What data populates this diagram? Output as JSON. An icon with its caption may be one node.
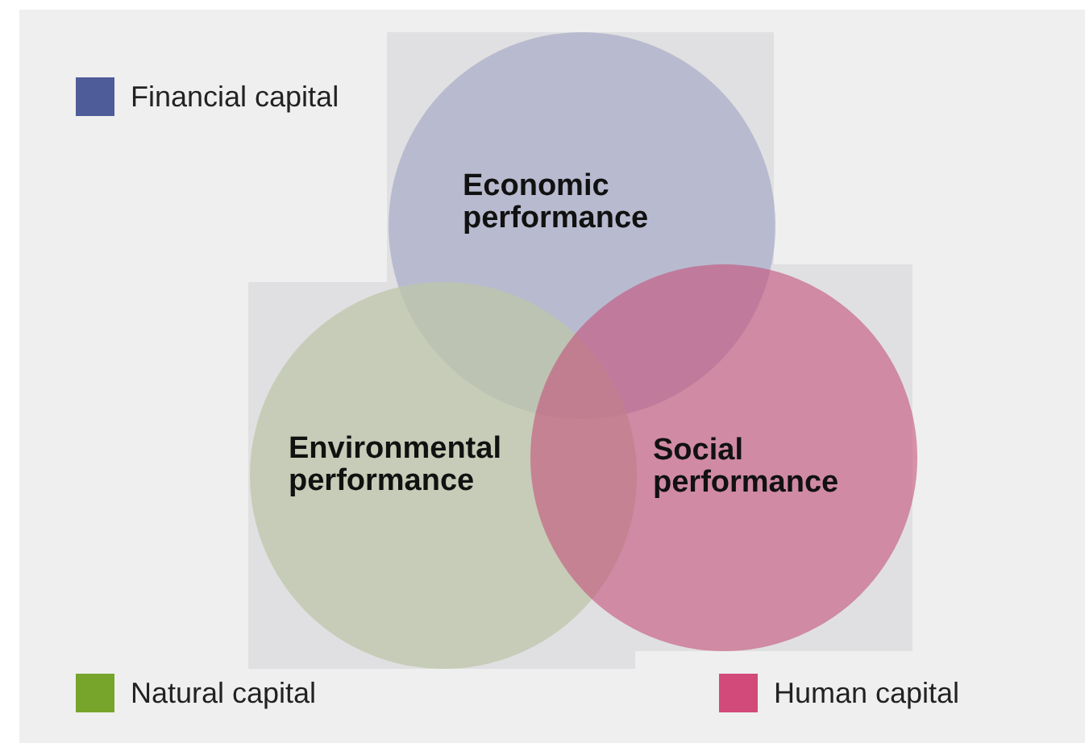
{
  "diagram": {
    "nodes": [
      {
        "text": [
          "Economic performance"
        ]
      },
      {
        "text": [
          "Environmental performance"
        ]
      },
      {
        "text": [
          "Social performance"
        ]
      }
    ],
    "edges": [],
    "legend": [
      {
        "text": "Financial capital",
        "color": "#4e5c99"
      },
      {
        "text": "Natural capital",
        "color": "#77a42a"
      },
      {
        "text": "Human capital",
        "color": "#d24a79"
      }
    ]
  }
}
